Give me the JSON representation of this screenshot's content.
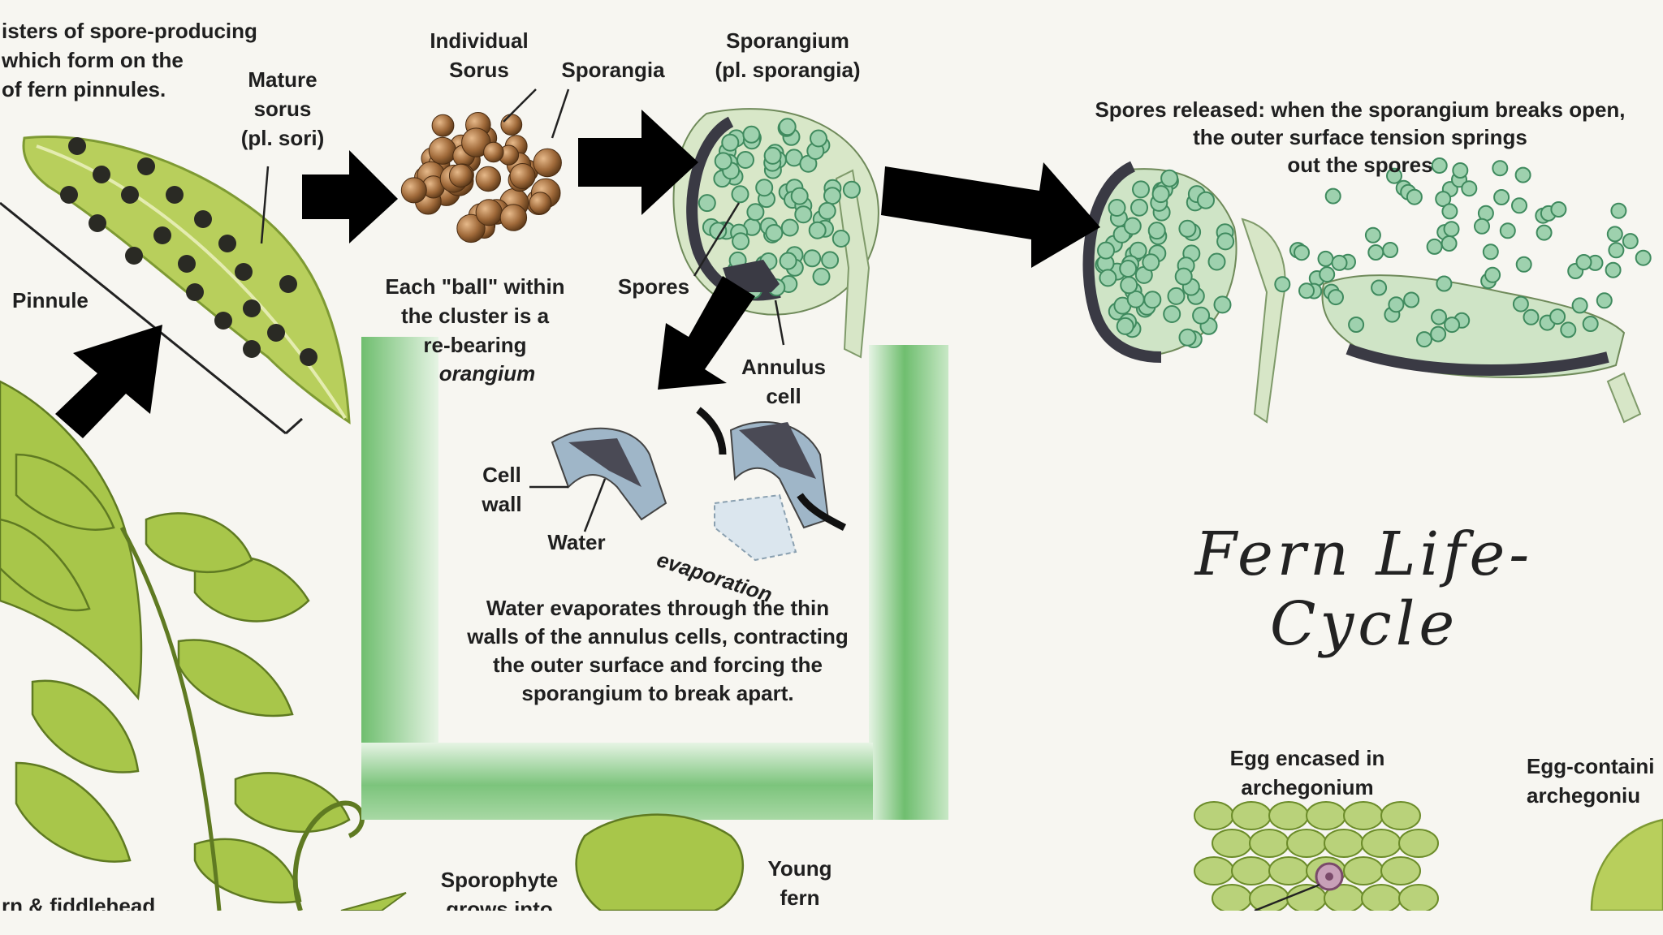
{
  "title": "Fern Life-Cycle",
  "labels": {
    "top_left_caption": "isters of spore-producing\nwhich form on the\nof fern pinnules.",
    "mature_sorus": "Mature\nsorus\n(pl. sori)",
    "individual_sorus": "Individual\nSorus",
    "sporangia": "Sporangia",
    "sporangium": "Sporangium\n(pl. sporangia)",
    "spores_released": "Spores released: when the sporangium breaks open,\nthe outer surface tension springs\nout the spores",
    "pinnule": "Pinnule",
    "each_ball": "Each \"ball\" within\nthe cluster is a\nre-bearing",
    "each_ball_italic": "orangium",
    "spores": "Spores",
    "annulus_cell": "Annulus\ncell",
    "cell_wall": "Cell\nwall",
    "water": "Water",
    "evaporation": "evaporation",
    "water_evaporates": "Water evaporates through the thin\nwalls of the annulus cells, contracting\nthe outer surface and forcing the\nsporangium to break apart.",
    "egg_encased": "Egg encased in\narchegonium",
    "egg_containing": "Egg-containi\narchegoniu",
    "fern_fiddlehead": "rn & fiddlehead",
    "sporophyte": "Sporophyte\ngrows into",
    "young_fern": "Young\nfern"
  },
  "colors": {
    "background": "#f7f6f1",
    "leaf": "#b6cf5a",
    "sorus_brown": "#8a5a2e",
    "spore_green": "#7fbf97",
    "annulus_dark": "#3a3a44",
    "frame_green": "#7fc77f",
    "arrow": "#000000"
  }
}
